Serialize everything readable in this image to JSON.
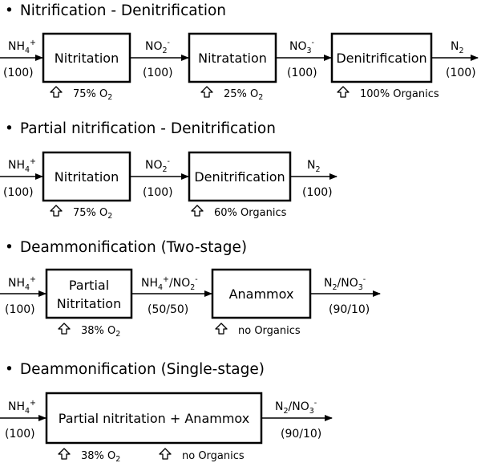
{
  "sections": [
    {
      "heading": "Nitrification - Denitrification",
      "inputs": [
        {
          "species": "NH",
          "sub": "4",
          "sup": "+",
          "amount": "(100)"
        },
        {
          "species": "NO",
          "sub": "2",
          "sup": "-",
          "amount": "(100)"
        },
        {
          "species": "NO",
          "sub": "3",
          "sup": "-",
          "amount": "(100)"
        }
      ],
      "boxes": [
        "Nitritation",
        "Nitratation",
        "Denitrification"
      ],
      "output": {
        "species": "N",
        "sub": "2",
        "sup": "",
        "amount": "(100)"
      },
      "notes": [
        {
          "text": "75% O",
          "sub": "2"
        },
        {
          "text": "25% O",
          "sub": "2"
        },
        {
          "text": "100% Organics",
          "sub": ""
        }
      ]
    },
    {
      "heading": "Partial nitrification - Denitrification",
      "inputs": [
        {
          "species": "NH",
          "sub": "4",
          "sup": "+",
          "amount": "(100)"
        },
        {
          "species": "NO",
          "sub": "2",
          "sup": "-",
          "amount": "(100)"
        }
      ],
      "boxes": [
        "Nitritation",
        "Denitrification"
      ],
      "output": {
        "species": "N",
        "sub": "2",
        "sup": "",
        "amount": "(100)"
      },
      "notes": [
        {
          "text": "75% O",
          "sub": "2"
        },
        {
          "text": "60% Organics",
          "sub": ""
        }
      ]
    },
    {
      "heading": "Deammonification (Two-stage)",
      "inputs": [
        {
          "species": "NH",
          "sub": "4",
          "sup": "+",
          "amount": "(100)"
        },
        {
          "species": "NH",
          "sub": "4",
          "sup": "+",
          "tail": "/NO",
          "tail_sub": "2",
          "tail_sup": "-",
          "amount": "(50/50)"
        }
      ],
      "boxes": [
        [
          "Partial",
          "Nitritation"
        ],
        "Anammox"
      ],
      "output": {
        "species": "N",
        "sub": "2",
        "sup": "",
        "tail": "/NO",
        "tail_sub": "3",
        "tail_sup": "-",
        "amount": "(90/10)"
      },
      "notes": [
        {
          "text": "38% O",
          "sub": "2"
        },
        {
          "text": "no Organics",
          "sub": ""
        }
      ]
    },
    {
      "heading": "Deammonification (Single-stage)",
      "inputs": [
        {
          "species": "NH",
          "sub": "4",
          "sup": "+",
          "amount": "(100)"
        }
      ],
      "boxes": [
        "Partial nitritation + Anammox"
      ],
      "output": {
        "species": "N",
        "sub": "2",
        "sup": "",
        "tail": "/NO",
        "tail_sub": "3",
        "tail_sup": "-",
        "amount": "(90/10)"
      },
      "notes": [
        {
          "text": "38% O",
          "sub": "2"
        },
        {
          "text": "no Organics",
          "sub": ""
        }
      ]
    }
  ]
}
